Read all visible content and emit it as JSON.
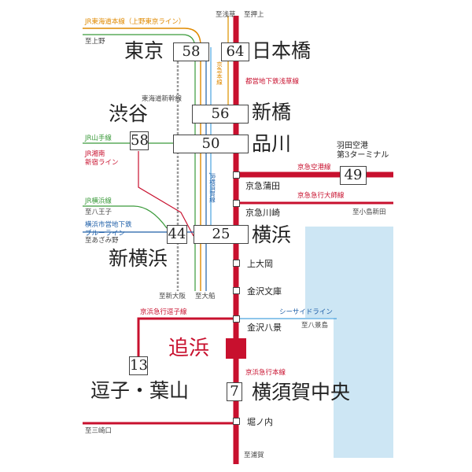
{
  "colors": {
    "keikyu": "#c8102e",
    "jr_tokaido": "#e08a00",
    "jr_yamanote": "#5bb53a",
    "jr_yokosuka": "#1e5fa8",
    "shinkansen": "#9a9a9a",
    "toei_blue": "#1e5fa8",
    "keihin_tohoku": "#4aa3df",
    "sea": "#cde6f4",
    "oppama_marker": "#c8102e"
  },
  "directions": {
    "to_asakusa": "至浅草",
    "to_oshiage": "至押上",
    "to_ueno": "至上野",
    "to_yagiri": "至八王子",
    "to_azamino": "至あざみ野",
    "to_shinosaka": "至新大阪",
    "to_ofuna": "至大船",
    "to_hakkeijima": "至八景島",
    "to_kojimashinden": "至小島新田",
    "to_misakiguchi": "至三崎口",
    "to_uraga": "至浦賀"
  },
  "line_labels": {
    "jr_tokaido_ueno": "JR東海道本線（上野東京ライン）",
    "tokaido_shinkansen": "東海道新幹線",
    "toei_asakusa": "都営地下鉄浅草線",
    "keisei_mita": "京急本線",
    "jr_yamanote": "JR山手線",
    "jr_shonan": "JR湘南\n新宿ライン",
    "keikyu_airport": "京急空港線",
    "keikyu_daishi": "京急急行大師線",
    "jr_yokohama": "JR横浜線",
    "yokohama_blue": "横浜市営地下鉄\nブルーライン",
    "jr_yokosuka_vert": "JR横須賀線",
    "keikyu_zushi": "京浜急行逗子線",
    "seaside": "シーサイドライン",
    "keikyu_main": "京急本線",
    "keikyu_honsen_label": "京浜急行本線"
  },
  "stations": {
    "tokyo": "東京",
    "nihombashi": "日本橋",
    "shibuya": "渋谷",
    "shimbashi": "新橋",
    "shinagawa": "品川",
    "haneda": "羽田空港\n第3ターミナル",
    "keikyu_kamata": "京急蒲田",
    "keikyu_kawasaki": "京急川崎",
    "shinyokohama": "新横浜",
    "yokohama": "横浜",
    "kamiooka": "上大岡",
    "kanazawa_bunko": "金沢文庫",
    "kanazawa_hakkei": "金沢八景",
    "oppama": "追浜",
    "zushi_hayama": "逗子・葉山",
    "yokosuka_chuo": "横須賀中央",
    "horinouchi": "堀ノ内"
  },
  "minutes": {
    "tokyo": "58",
    "nihombashi": "64",
    "shibuya": "58",
    "shimbashi": "56",
    "shinagawa": "50",
    "haneda": "49",
    "shinyokohama": "44",
    "yokohama": "25",
    "zushi_hayama": "13",
    "yokosuka_chuo": "7"
  }
}
